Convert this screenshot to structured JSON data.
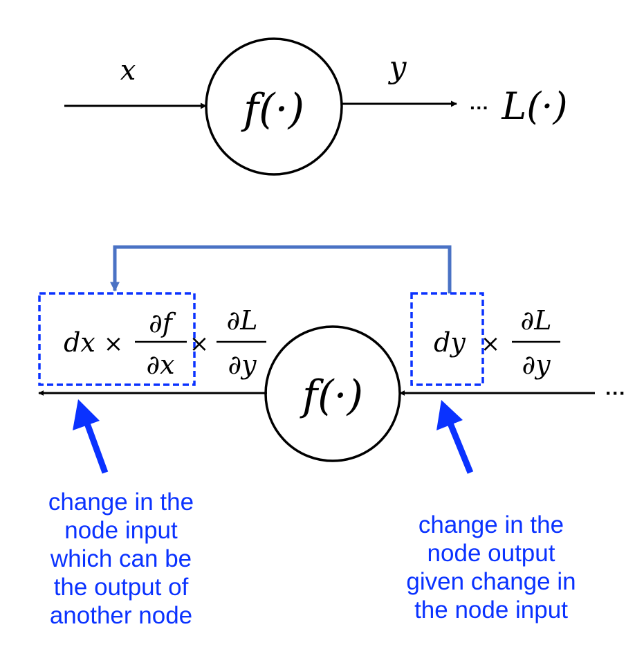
{
  "colors": {
    "line": "#000000",
    "annotation_blue": "#0a32ff",
    "feedback_blue": "#4a72c4"
  },
  "forward": {
    "input_label": "x",
    "node_label": "f(·)",
    "output_label": "y",
    "ellipsis": "···",
    "loss_label": "L(·)"
  },
  "backward": {
    "left_box": {
      "dx": "dx",
      "times": "×",
      "frac_num": "∂f",
      "frac_den": "∂x"
    },
    "times_mid": "×",
    "upstream": {
      "frac_num": "∂L",
      "frac_den": "∂y"
    },
    "node_label": "f(·)",
    "right_box": {
      "dy": "dy",
      "times": "×"
    },
    "right_frac": {
      "frac_num": "∂L",
      "frac_den": "∂y"
    },
    "ellipsis": "···"
  },
  "captions": {
    "input_change": [
      "change in the",
      "node input",
      "which can be",
      "the output of",
      "another node"
    ],
    "output_change": [
      "change in the",
      "node output",
      "given change in",
      "the node input"
    ]
  }
}
